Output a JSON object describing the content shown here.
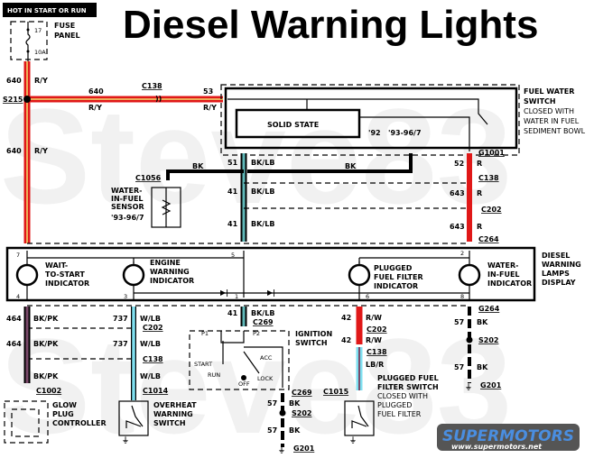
{
  "title": "Diesel Warning Lights",
  "watermark": "Steve83",
  "banner": "HOT IN START OR RUN",
  "colors": {
    "red": "#e01818",
    "yellow": "#f0e070",
    "teal": "#5fb8b8",
    "lightblue": "#7fe0f0",
    "purple": "#7a4a6a",
    "black": "#000000"
  },
  "fuse_panel": {
    "label_line1": "FUSE",
    "label_line2": "PANEL",
    "fuse_number": "17",
    "fuse_rating": "10A"
  },
  "splice_s215": "S215",
  "wires": {
    "w640_a": {
      "circuit": "640",
      "color": "R/Y"
    },
    "w640_b": {
      "circuit": "640",
      "color": "R/Y"
    },
    "w640_c": {
      "circuit": "640",
      "color": "R/Y"
    },
    "w53": {
      "circuit": "53",
      "color": "R/Y"
    },
    "w51": {
      "circuit": "51",
      "color": "BK/LB"
    },
    "w41a": {
      "circuit": "41",
      "color": "BK/LB"
    },
    "w41b": {
      "circuit": "41",
      "color": "BK/LB"
    },
    "w41c": {
      "circuit": "41",
      "color": "BK/LB"
    },
    "wbk_sensor": {
      "color": "BK"
    },
    "wbk_mid": {
      "color": "BK"
    },
    "w52": {
      "circuit": "52",
      "color": "R"
    },
    "w643a": {
      "circuit": "643",
      "color": "R"
    },
    "w643b": {
      "circuit": "643",
      "color": "R"
    },
    "w464a": {
      "circuit": "464",
      "color": "BK/PK"
    },
    "w464b": {
      "circuit": "464",
      "color": "BK/PK"
    },
    "w464c": {
      "color": "BK/PK"
    },
    "w737a": {
      "circuit": "737",
      "color": "W/LB"
    },
    "w737b": {
      "circuit": "737",
      "color": "W/LB"
    },
    "w737c": {
      "color": "W/LB"
    },
    "w42a": {
      "circuit": "42",
      "color": "R/W"
    },
    "w42b": {
      "circuit": "42",
      "color": "R/W"
    },
    "wlbr": {
      "color": "LB/R"
    },
    "w57_ign_a": {
      "circuit": "57",
      "color": "BK"
    },
    "w57_ign_b": {
      "circuit": "57",
      "color": "BK"
    },
    "w57_r_a": {
      "circuit": "57",
      "color": "BK"
    },
    "w57_r_b": {
      "circuit": "57",
      "color": "BK"
    }
  },
  "connectors": {
    "c138_top": "C138",
    "c1056": "C1056",
    "c1001": "G1001",
    "c138_r": "C138",
    "c202_r": "C202",
    "c264_r": "C264",
    "c264_lower": "G264",
    "c202_l": "C202",
    "c138_l": "C138",
    "c1002": "C1002",
    "c1014": "C1014",
    "c269_top": "C269",
    "c269_bot": "C269",
    "s202_ign": "S202",
    "g201_ign": "G201",
    "c202_m": "C202",
    "c138_m": "C138",
    "c1015": "C1015",
    "s202_r": "S202",
    "g201_r": "G201"
  },
  "fuel_water_switch": {
    "title_line1": "FUEL WATER",
    "title_line2": "SWITCH",
    "desc_line1": "CLOSED WITH",
    "desc_line2": "WATER IN FUEL",
    "desc_line3": "SEDIMENT BOWL",
    "solid_state": "SOLID STATE",
    "year_a": "'92",
    "year_b": "'93-96/7"
  },
  "wif_sensor": {
    "line1": "WATER-",
    "line2": "IN-FUEL",
    "line3": "SENSOR",
    "years": "'93-96/7"
  },
  "display": {
    "title_line1": "DIESEL",
    "title_line2": "WARNING",
    "title_line3": "LAMPS",
    "title_line4": "DISPLAY",
    "pins": {
      "p7": "7",
      "p4": "4",
      "p3": "3",
      "p5": "5",
      "p1": "1",
      "p6": "6",
      "p2": "2",
      "p8": "8"
    },
    "lamps": [
      {
        "line1": "WAIT-",
        "line2": "TO-START",
        "line3": "INDICATOR"
      },
      {
        "line1": "ENGINE",
        "line2": "WARNING",
        "line3": "INDICATOR"
      },
      {
        "line1": "PLUGGED",
        "line2": "FUEL FILTER",
        "line3": "INDICATOR"
      },
      {
        "line1": "WATER-",
        "line2": "IN-FUEL",
        "line3": "INDICATOR"
      }
    ]
  },
  "ignition_switch": {
    "line1": "IGNITION",
    "line2": "SWITCH",
    "p1": "P1",
    "p2": "P2",
    "start": "START",
    "run": "RUN",
    "off": "OFF",
    "lock": "LOCK",
    "acc": "ACC"
  },
  "glow_plug": {
    "line1": "GLOW",
    "line2": "PLUG",
    "line3": "CONTROLLER"
  },
  "overheat": {
    "line1": "OVERHEAT",
    "line2": "WARNING",
    "line3": "SWITCH"
  },
  "pff_switch": {
    "line1": "PLUGGED FUEL",
    "line2": "FILTER SWITCH",
    "line3": "CLOSED WITH",
    "line4": "PLUGGED",
    "line5": "FUEL FILTER"
  },
  "logo": {
    "brand": "SUPERMOTORS",
    "url": "www.supermotors.net"
  }
}
